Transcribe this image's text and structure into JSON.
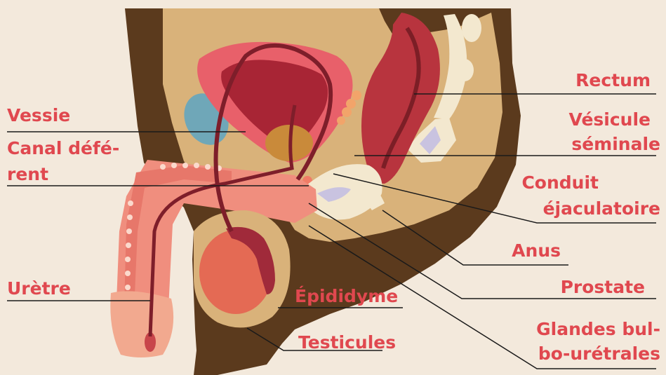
{
  "colors": {
    "background": "#f3e9dc",
    "label": "#e0484f",
    "leader_line": "#1a1a1a",
    "body_dark": "#5b3a1d",
    "tissue": "#d9b27a",
    "bladder": "#e8606a",
    "rectum": "#b8343e",
    "penis": "#f08e7e",
    "testicle": "#e46a54",
    "bone": "#f3e8cf",
    "kidney_blue": "#6fa7b8"
  },
  "labels": {
    "vessie": "Vessie",
    "canal_line1": "Canal défé-",
    "canal_line2": "rent",
    "uretre": "Urètre",
    "rectum": "Rectum",
    "vesicule_line1": "Vésicule",
    "vesicule_line2": "séminale",
    "conduit_line1": "Conduit",
    "conduit_line2": "éjaculatoire",
    "anus": "Anus",
    "prostate": "Prostate",
    "glandes_line1": "Glandes bul-",
    "glandes_line2": "bo-urétrales",
    "epididyme": "Épididyme",
    "testicules": "Testicules"
  }
}
